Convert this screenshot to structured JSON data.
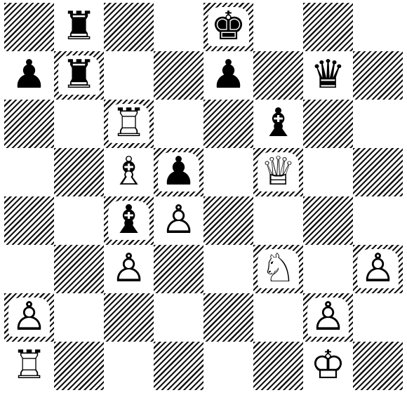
{
  "colors": {
    "light_square": "#ffffff",
    "dark_square_hatch": "#111111",
    "piece": "#000000"
  },
  "board": {
    "pieces": [
      {
        "square": "b8",
        "piece": "black-rook",
        "symbol": "♜"
      },
      {
        "square": "e8",
        "piece": "black-king",
        "symbol": "♚"
      },
      {
        "square": "a7",
        "piece": "black-pawn",
        "symbol": "♟"
      },
      {
        "square": "b7",
        "piece": "black-rook",
        "symbol": "♜"
      },
      {
        "square": "e7",
        "piece": "black-pawn",
        "symbol": "♟"
      },
      {
        "square": "g7",
        "piece": "black-queen",
        "symbol": "♛"
      },
      {
        "square": "c6",
        "piece": "white-rook",
        "symbol": "♖"
      },
      {
        "square": "f6",
        "piece": "black-bishop",
        "symbol": "♝"
      },
      {
        "square": "c5",
        "piece": "white-bishop",
        "symbol": "♗"
      },
      {
        "square": "d5",
        "piece": "black-pawn",
        "symbol": "♟"
      },
      {
        "square": "f5",
        "piece": "white-queen",
        "symbol": "♕"
      },
      {
        "square": "c4",
        "piece": "black-bishop",
        "symbol": "♝"
      },
      {
        "square": "d4",
        "piece": "white-pawn",
        "symbol": "♙"
      },
      {
        "square": "c3",
        "piece": "white-pawn",
        "symbol": "♙"
      },
      {
        "square": "f3",
        "piece": "white-knight",
        "symbol": "♘"
      },
      {
        "square": "h3",
        "piece": "white-pawn",
        "symbol": "♙"
      },
      {
        "square": "a2",
        "piece": "white-pawn",
        "symbol": "♙"
      },
      {
        "square": "g2",
        "piece": "white-pawn",
        "symbol": "♙"
      },
      {
        "square": "a1",
        "piece": "white-rook",
        "symbol": "♖"
      },
      {
        "square": "g1",
        "piece": "white-king",
        "symbol": "♔"
      }
    ]
  }
}
